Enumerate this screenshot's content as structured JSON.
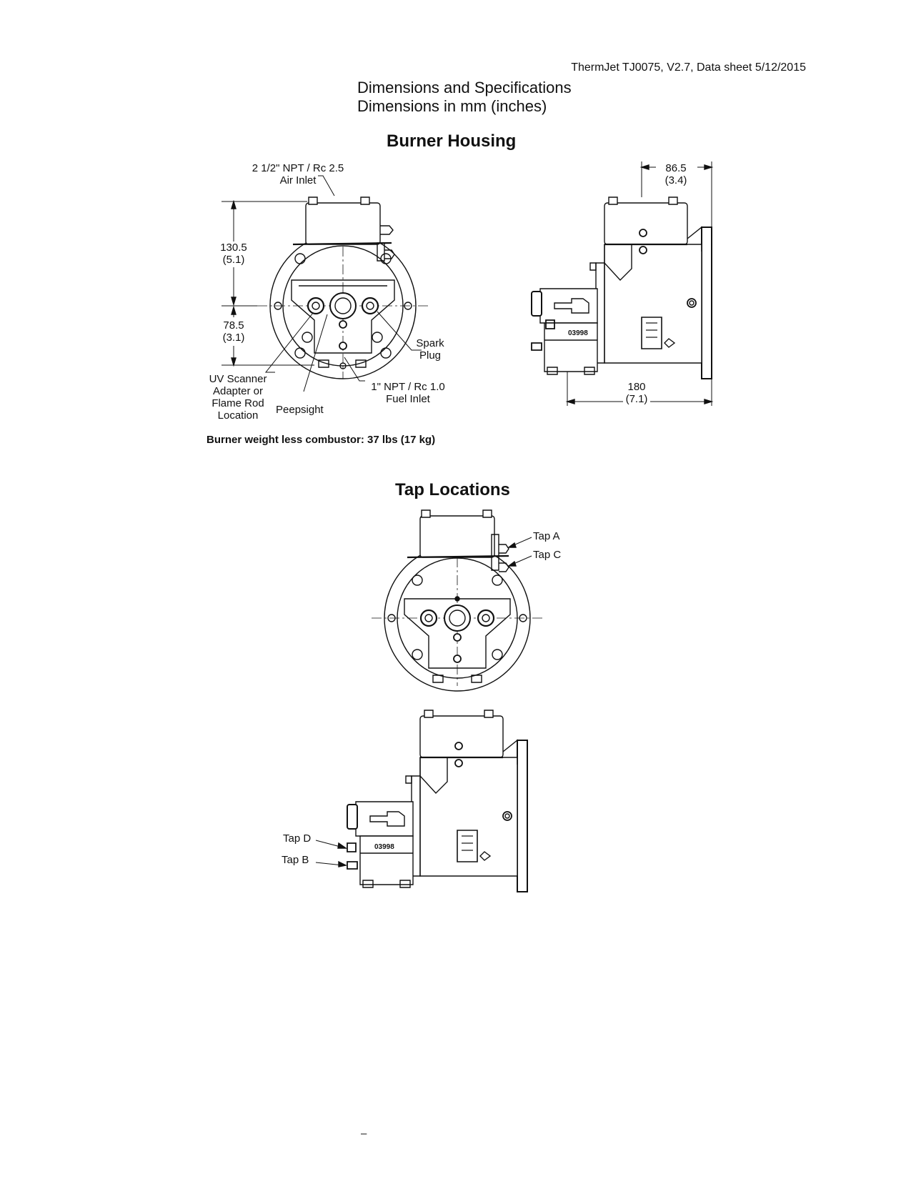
{
  "header": "ThermJet TJ0075, V2.7, Data sheet 5/12/2015",
  "title_line1": "Dimensions and Specifications",
  "title_line2": "Dimensions in mm (inches)",
  "burner_housing": {
    "heading": "Burner Housing",
    "air_inlet": [
      "2 1/2\" NPT / Rc 2.5",
      "Air Inlet"
    ],
    "dim_height_top": [
      "130.5",
      "(5.1)"
    ],
    "dim_height_bottom": [
      "78.5",
      "(3.1)"
    ],
    "dim_side_top": [
      "86.5",
      "(3.4)"
    ],
    "dim_side_length": [
      "180",
      "(7.1)"
    ],
    "uv_scanner": [
      "UV Scanner",
      "Adapter or",
      "Flame Rod",
      "Location"
    ],
    "peepsight": "Peepsight",
    "spark_plug": [
      "Spark",
      "Plug"
    ],
    "fuel_inlet": [
      "1\" NPT / Rc 1.0",
      "Fuel Inlet"
    ],
    "plate_number": "03998",
    "weight_note": "Burner weight less combustor: 37 lbs (17 kg)"
  },
  "tap_locations": {
    "heading": "Tap Locations",
    "tap_a": "Tap A",
    "tap_c": "Tap C",
    "tap_d": "Tap D",
    "tap_b": "Tap B",
    "plate_number": "03998"
  },
  "footer_mark": "–"
}
